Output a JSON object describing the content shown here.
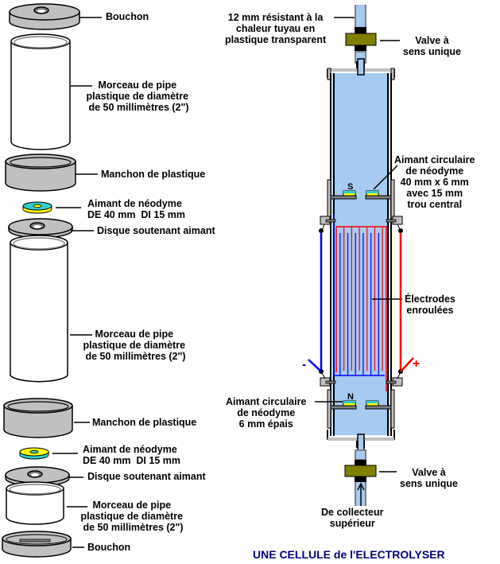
{
  "colors": {
    "water": "#a6caf0",
    "gray_part": "#c0c0c0",
    "dark_gray": "#808080",
    "valve": "#808000",
    "magnet_cyan": "#33cccc",
    "magnet_yellow": "#ffff00",
    "magnet_green": "#99ff66",
    "negative_wire": "#0000ff",
    "positive_wire": "#ff0000",
    "title_color": "#000080"
  },
  "left_parts": [
    {
      "id": "cap-top",
      "label": "Bouchon"
    },
    {
      "id": "pipe-1",
      "label": "Morceau de pipe\nplastique de diamètre\n de 50 millimètres (2\")"
    },
    {
      "id": "sleeve-1",
      "label": "Manchon de plastique"
    },
    {
      "id": "magnet-1",
      "label": "Aimant de néodyme\nDE 40 mm  DI 15 mm"
    },
    {
      "id": "disc-1",
      "label": "Disque soutenant aimant"
    },
    {
      "id": "pipe-2",
      "label": "Morceau de pipe\nplastique de diamètre\n de 50 millimètres (2\")"
    },
    {
      "id": "sleeve-2",
      "label": "Manchon de plastique"
    },
    {
      "id": "magnet-2",
      "label": "Aimant de néodyme\nDE 40 mm  DI 15 mm"
    },
    {
      "id": "disc-2",
      "label": "Disque soutenant aimant"
    },
    {
      "id": "pipe-3",
      "label": "Morceau de pipe\nplastique de diamètre\n de 50 millimètres (2\")"
    },
    {
      "id": "cap-bottom",
      "label": "Bouchon"
    }
  ],
  "right_labels": {
    "tube": "12 mm résistant à la\nchaleur tuyau en\nplastique transparent",
    "valve_top": "Valve à\nsens unique",
    "magnet_top": "Aimant circulaire\nde néodyme\n40 mm x 6 mm\navec 15 mm\ntrou central",
    "electrodes": "Électrodes\nenroulées",
    "magnet_bottom": "Aimant circulaire\nde néodyme\n6 mm épais",
    "valve_bottom": "Valve à\nsens unique",
    "collector": "De collecteur\nsupérieur",
    "pole_s": "S",
    "pole_n": "N",
    "minus": "-",
    "plus": "+"
  },
  "title": "UNE CELLULE de l'ELECTROLYSER"
}
